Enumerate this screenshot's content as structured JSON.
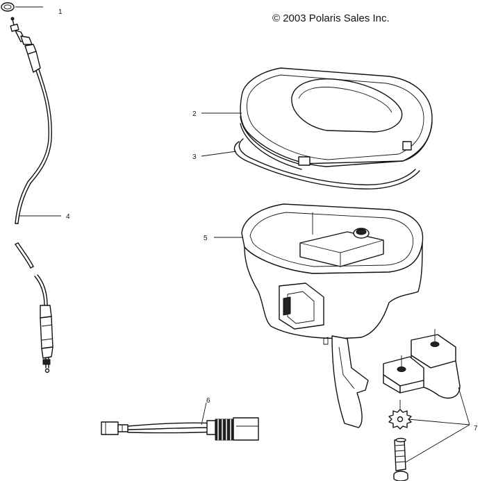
{
  "copyright": "© 2003 Polaris Sales Inc.",
  "callouts": [
    {
      "id": "1",
      "label": "1"
    },
    {
      "id": "2",
      "label": "2"
    },
    {
      "id": "3",
      "label": "3"
    },
    {
      "id": "4",
      "label": "4"
    },
    {
      "id": "5",
      "label": "5"
    },
    {
      "id": "6",
      "label": "6"
    },
    {
      "id": "7",
      "label": "7"
    }
  ]
}
